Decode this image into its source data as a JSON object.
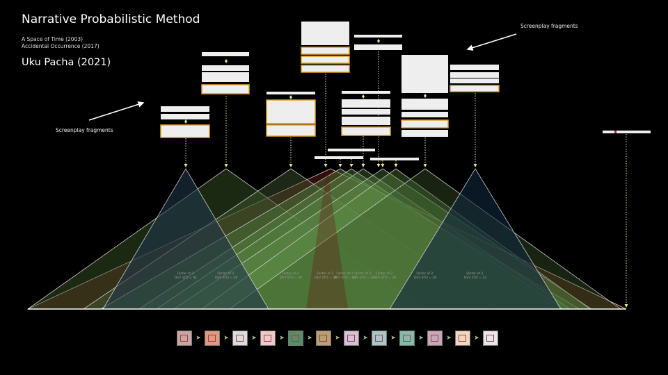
{
  "header": {
    "title": "Narrative Probabilistic Method",
    "works": [
      "A Space of Time (2003)",
      "Accidental Occurrence (2017)"
    ],
    "current": "Uku Pacha (2021)"
  },
  "annotations": {
    "left_label": "Screenplay fragments",
    "right_label": "Screenplay fragments"
  },
  "factor_labels": [
    {
      "line1": "Factor of 3",
      "line2": "DEV STD = 41"
    },
    {
      "line1": "Factor of 2",
      "line2": "DEV STD = 28"
    },
    {
      "line1": "Factor of 2",
      "line2": "DEV STD = 28"
    },
    {
      "line1": "Factor of 2",
      "line2": "DEV STD = 28"
    },
    {
      "line1": "Factor of 2",
      "line2": "DEV STD = 28"
    },
    {
      "line1": "Factor of 2",
      "line2": "DEV STD = 28"
    },
    {
      "line1": "Factor of 2",
      "line2": "DEV STD = 28"
    },
    {
      "line1": "Factor of 2",
      "line2": "DEV STD = 28"
    },
    {
      "line1": "Factor of 2",
      "line2": "DEV STD = 53"
    }
  ],
  "thumbnails": [
    {
      "color": "#c9a6a0"
    },
    {
      "color": "#e29a7c"
    },
    {
      "color": "#dcdcdc"
    },
    {
      "color": "#f0c8c8"
    },
    {
      "color": "#5c8c64"
    },
    {
      "color": "#b8a070"
    },
    {
      "color": "#d6c2d6"
    },
    {
      "color": "#a8c8c8"
    },
    {
      "color": "#88b8a8"
    },
    {
      "color": "#c8a8b8"
    },
    {
      "color": "#f0d8c0"
    },
    {
      "color": "#e8e8e8"
    }
  ],
  "colors": {
    "fragment_border": "#e0a020",
    "connector": "#e8e890",
    "baseline": "#ffffff"
  }
}
